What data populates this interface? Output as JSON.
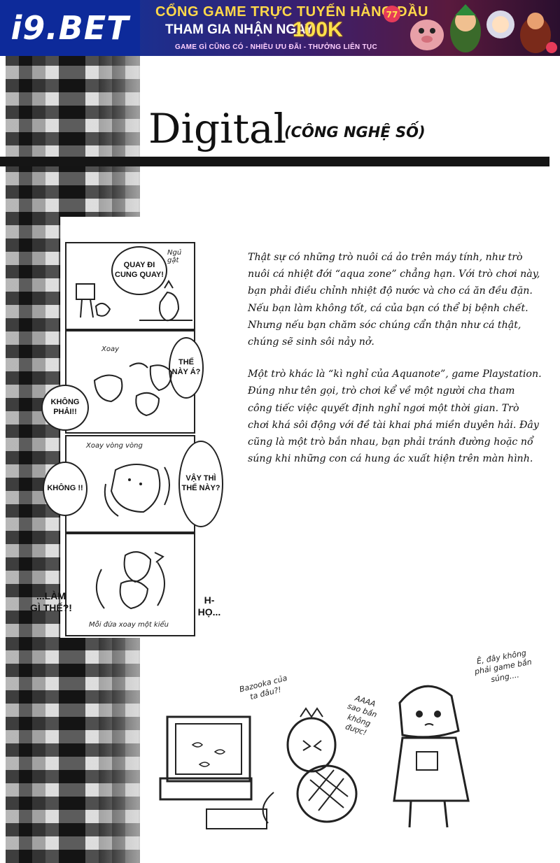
{
  "banner": {
    "logo": "i9.BET",
    "line1": "CỔNG GAME TRỰC TUYẾN HÀNG ĐẦU",
    "line2": "THAM GIA NHẬN NGAY",
    "big": "100K",
    "line3": "GAME GÌ CŨNG CÓ - NHIỀU ƯU ĐÃI - THƯỞNG LIÊN TỤC"
  },
  "heading": {
    "title": "Digital",
    "subtitle": "(CÔNG NGHỆ SỐ)"
  },
  "comic": {
    "panel1_bubble": "QUAY ĐI CUNG QUAY!",
    "panel1_note": "Ngủ gật",
    "panel2_note": "Xoay",
    "panel2_bubble_right": "THẾ NÀY Á?",
    "panel2_bubble_left": "KHÔNG PHẢI!!",
    "panel3_note": "Xoay vòng vòng",
    "panel3_bubble_right": "VẬY THÌ THẾ NÀY?",
    "panel3_bubble_left": "KHÔNG !!",
    "panel4_caption": "Mỗi đứa xoay một kiểu",
    "panel4_left": "...LÀM GÌ THẾ?!",
    "panel4_right": "H-HỌ..."
  },
  "body": {
    "paragraph1": "Thật sự có những trò nuôi cá ảo trên máy tính, như trò nuôi cá nhiệt đới “aqua zone” chẳng hạn. Với trò chơi này, bạn phải điều chỉnh nhiệt độ nước và cho cá ăn đều đặn. Nếu bạn làm không tốt, cá của bạn có thể bị bệnh chết. Nhưng nếu bạn chăm sóc chúng cẩn thận như cá thật, chúng sẽ sinh sôi nảy nở.",
    "paragraph2": "Một trò khác là “kì nghỉ của Aquanote”, game Playstation. Đúng như tên gọi, trò chơi kể về một người cha tham công tiếc việc quyết định nghỉ ngơi một thời gian. Trò chơi khá sôi động với đề tài khai phá miền duyên hải. Đây cũng là một trò bắn nhau, bạn phải tránh đường hoặc nổ súng khi những con cá hung ác xuất hiện trên màn hình."
  },
  "illustration": {
    "note_bazooka": "Bazooka của ta đâu?!",
    "note_aaaa": "AAAA sao bắn không được!",
    "note_girl": "Ê, đây không phải game bắn súng...."
  }
}
